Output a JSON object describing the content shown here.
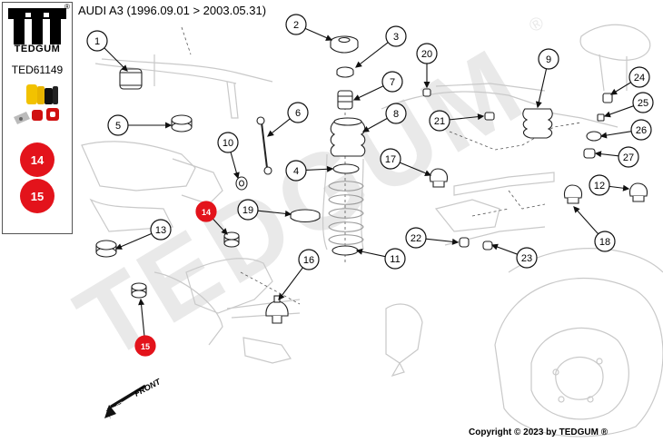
{
  "header": {
    "title": "AUDI A3 (1996.09.01 > 2003.05.31)"
  },
  "sidebar": {
    "brand": "TEDGUM",
    "registered_mark": "®",
    "part_number": "TED61149",
    "badges": [
      "14",
      "15"
    ]
  },
  "diagram": {
    "callouts": [
      "1",
      "2",
      "3",
      "4",
      "5",
      "6",
      "7",
      "8",
      "9",
      "10",
      "11",
      "12",
      "13",
      "14",
      "15",
      "16",
      "17",
      "18",
      "19",
      "20",
      "21",
      "22",
      "23",
      "24",
      "25",
      "26",
      "27"
    ],
    "highlighted_callouts": [
      "14",
      "15"
    ],
    "front_label": "FRONT",
    "watermark": "TEDGUM",
    "watermark_mark": "®"
  },
  "footer": {
    "copyright": "Copyright © 2023 by TEDGUM ®"
  },
  "colors": {
    "highlight": "#e3131b",
    "line": "#222222",
    "sketch": "#c8c8c8",
    "watermark": "#e6e6e6"
  }
}
